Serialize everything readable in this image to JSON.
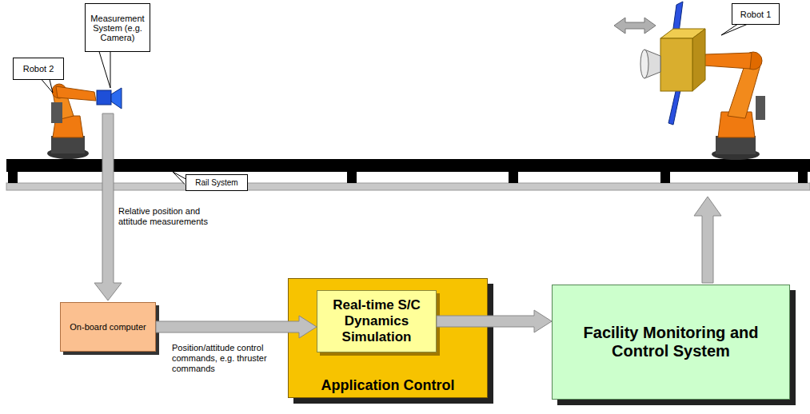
{
  "diagram": {
    "nodes": [
      {
        "text": [
          "Measurement System (e.g. Camera)"
        ]
      },
      {
        "text": [
          "Robot 2"
        ]
      },
      {
        "text": [
          "Robot 1"
        ]
      },
      {
        "text": [
          "Rail System"
        ]
      },
      {
        "text": [
          "On-board computer"
        ]
      },
      {
        "text": [
          "Application Control"
        ]
      },
      {
        "text": [
          "Real-time S/C Dynamics Simulation"
        ],
        "in": 5
      },
      {
        "text": [
          "Facility Monitoring and Control System"
        ]
      }
    ],
    "edges": [
      {
        "from": 4,
        "to": 6,
        "arrow": "to",
        "label": "Position/attitude control commands, e.g. thruster commands"
      },
      {
        "from": 6,
        "to": 7,
        "arrow": "to"
      }
    ],
    "labels": [
      "Relative position and attitude measurements"
    ]
  }
}
